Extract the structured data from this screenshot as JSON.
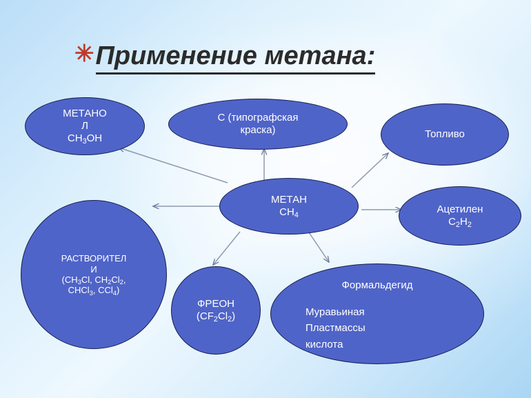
{
  "slide": {
    "title": "Применение метана:",
    "bullet_glyph": "✳",
    "background_color": "#d8eefc"
  },
  "theme": {
    "node_fill": "#4f64c8",
    "node_border": "#141d52",
    "node_text": "#ffffff",
    "arrow_color": "#6b7a99",
    "title_color": "#2b2b2b",
    "bullet_color": "#c0392b"
  },
  "diagram": {
    "type": "radial-concept-map",
    "center": {
      "name": "methane",
      "lines": [
        "МЕТАН",
        "CH4"
      ],
      "label": "МЕТАН CH4",
      "formula_base": "CH",
      "formula_sub": "4"
    },
    "nodes": [
      {
        "name": "methanol",
        "lines": [
          "МЕТАНО",
          "Л",
          "CH3OH"
        ],
        "label": "МЕТАНОЛ CH3OH"
      },
      {
        "name": "carbon-printing-ink",
        "lines": [
          "С (типографская",
          "краска)"
        ],
        "label": "С (типографская краска)"
      },
      {
        "name": "fuel",
        "lines": [
          "Топливо"
        ],
        "label": "Топливо"
      },
      {
        "name": "acetylene",
        "lines": [
          "Ацетилен",
          "C2H2"
        ],
        "label": "Ацетилен C2H2"
      },
      {
        "name": "solvents",
        "lines": [
          "РАСТВОРИТЕЛ",
          "И",
          "(CH3Cl, CH2Cl2,",
          "CHCl3, CCl4)"
        ],
        "label": "РАСТВОРИТЕЛИ (CH3Cl, CH2Cl2, CHCl3, CCl4)"
      },
      {
        "name": "freon",
        "lines": [
          "ФРЕОН",
          "(CF2Cl2)"
        ],
        "label": "ФРЕОН (CF2Cl2)"
      },
      {
        "name": "formaldehyde",
        "lines": [
          "Формальдегид",
          "Муравьиная",
          "Пластмассы",
          "кислота"
        ],
        "label": "Формальдегид / Муравьиная кислота / Пластмассы"
      }
    ],
    "arrows": [
      {
        "from": "methane",
        "to": "methanol"
      },
      {
        "from": "methane",
        "to": "carbon-printing-ink"
      },
      {
        "from": "methane",
        "to": "fuel"
      },
      {
        "from": "methane",
        "to": "acetylene"
      },
      {
        "from": "methane",
        "to": "solvents"
      },
      {
        "from": "methane",
        "to": "freon"
      },
      {
        "from": "methane",
        "to": "formaldehyde"
      }
    ]
  },
  "text": {
    "methanol_l1": "МЕТАНО",
    "methanol_l2": "Л",
    "methanol_formula_base": "CH",
    "methanol_formula_sub": "3",
    "methanol_formula_tail": "OH",
    "carbon_l1": "С (типографская",
    "carbon_l2": "краска)",
    "fuel_l1": "Топливо",
    "methane_l1": "МЕТАН",
    "methane_formula_base": "CH",
    "methane_formula_sub": "4",
    "acetylene_l1": "Ацетилен",
    "acet_c": "C",
    "acet_c_sub": "2",
    "acet_h": "H",
    "acet_h_sub": "2",
    "solv_l1": "РАСТВОРИТЕЛ",
    "solv_l2": "И",
    "solv_f1_a": "(CH",
    "solv_f1_a_sub": "3",
    "solv_f1_b": "Cl, CH",
    "solv_f1_b_sub": "2",
    "solv_f1_c": "Cl",
    "solv_f1_c_sub": "2",
    "solv_f1_d": ",",
    "solv_f2_a": "CHCl",
    "solv_f2_a_sub": "3",
    "solv_f2_b": ", CCl",
    "solv_f2_b_sub": "4",
    "solv_f2_c": ")",
    "freon_l1": "ФРЕОН",
    "freon_f_a": "(CF",
    "freon_f_a_sub": "2",
    "freon_f_b": "Cl",
    "freon_f_b_sub": "2",
    "freon_f_c": ")",
    "ald_l1": "Формальдегид",
    "ald_l2": "Муравьиная",
    "ald_l3": "Пластмассы",
    "ald_l4": "кислота"
  }
}
